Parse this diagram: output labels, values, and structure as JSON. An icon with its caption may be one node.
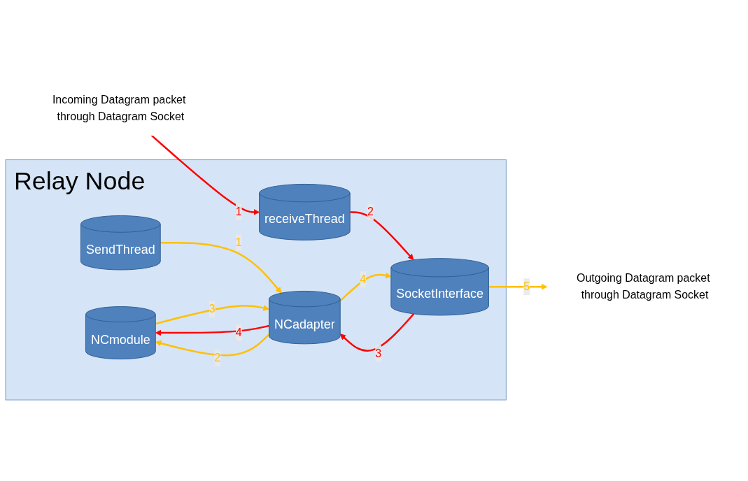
{
  "diagram": {
    "nodes": [
      {
        "text": [
          "Relay Node"
        ]
      },
      {
        "text": [
          "NCmodule"
        ],
        "in": 0
      },
      {
        "text": [
          "NCadapter"
        ],
        "in": 0
      },
      {
        "text": [
          "SocketInterface"
        ],
        "in": 0
      },
      {
        "text": [
          "SendThread"
        ],
        "in": 0
      },
      {
        "text": [
          "receiveThread"
        ],
        "in": 0
      },
      {
        "text": [
          "Incoming Datagram packet through Datagram Socket"
        ]
      },
      {
        "text": [
          "Outgoing Datagram packet through Datagram Socket"
        ]
      }
    ],
    "edges": [
      {
        "from": 6,
        "to": 5,
        "arrow": "to",
        "label": "1",
        "color": "#ff0000"
      },
      {
        "from": 5,
        "to": 3,
        "arrow": "to",
        "label": "2",
        "color": "#ff0000"
      },
      {
        "from": 3,
        "to": 2,
        "arrow": "to",
        "label": "3",
        "color": "#ff0000"
      },
      {
        "from": 2,
        "to": 1,
        "arrow": "to",
        "label": "4",
        "color": "#ff0000"
      },
      {
        "from": 4,
        "to": 2,
        "arrow": "to",
        "label": "1",
        "color": "#ffc000"
      },
      {
        "from": 2,
        "to": 1,
        "arrow": "to",
        "label": "2",
        "color": "#ffc000"
      },
      {
        "from": 1,
        "to": 2,
        "arrow": "to",
        "label": "3",
        "color": "#ffc000"
      },
      {
        "from": 2,
        "to": 3,
        "arrow": "to",
        "label": "4",
        "color": "#ffc000"
      },
      {
        "from": 3,
        "to": 7,
        "arrow": "to",
        "label": "5",
        "color": "#ffc000"
      }
    ]
  }
}
